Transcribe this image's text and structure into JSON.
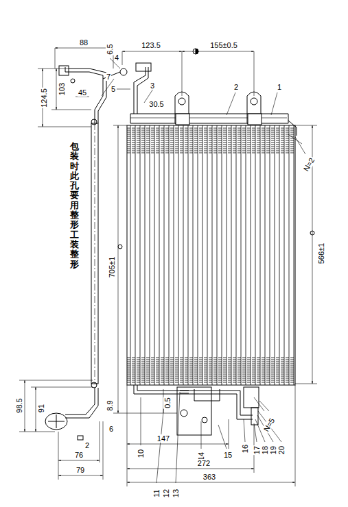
{
  "diagram": {
    "labels": [
      "88",
      "6.5",
      "4",
      "7",
      "124.5",
      "103",
      "45",
      "5",
      "3",
      "123.5",
      "155±0.5",
      "2",
      "1",
      "30.5",
      "N=2",
      "705±1",
      "566±1",
      "包装时此孔要用整形工装整形",
      "98.5",
      "91",
      "8.9",
      "6",
      "2",
      "76",
      "79",
      "0.5",
      "N=5",
      "10",
      "147",
      "14",
      "15",
      "16",
      "17",
      "18",
      "19",
      "20",
      "11",
      "12",
      "13",
      "272",
      "363"
    ]
  }
}
